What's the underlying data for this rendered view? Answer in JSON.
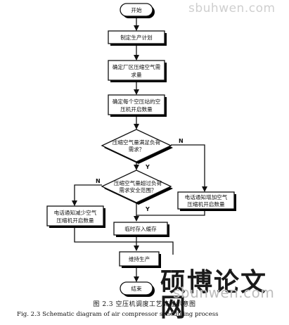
{
  "flowchart": {
    "start": "开始",
    "plan": "制定生产计划",
    "demand": [
      "确定厂区压缩空气需",
      "求量"
    ],
    "count": [
      "确定每个空压站的空",
      "压机开启数量"
    ],
    "decision1": [
      "压缩空气量满足负荷",
      "需求？"
    ],
    "decision2": [
      "压缩空气量超过负荷",
      "需求安全范围？"
    ],
    "increase": [
      "电话通知增加空气",
      "压缩机开启数量"
    ],
    "reduce": [
      "电话通知减少空气",
      "压缩机开启数量"
    ],
    "cache": "临时存入缓存",
    "maintain": "维持生产",
    "end": "结束",
    "yes_label": "Y",
    "no_label": "N"
  },
  "caption": {
    "chinese": "图 2.3  空压机调度工艺流程示意图",
    "english": "Fig. 2.3     Schematic diagram of air compressor scheduling process"
  },
  "watermark": {
    "chinese": "硕博论文网",
    "url_top": "sbuhwen.com",
    "url_bottom": "sbunwen.com"
  }
}
